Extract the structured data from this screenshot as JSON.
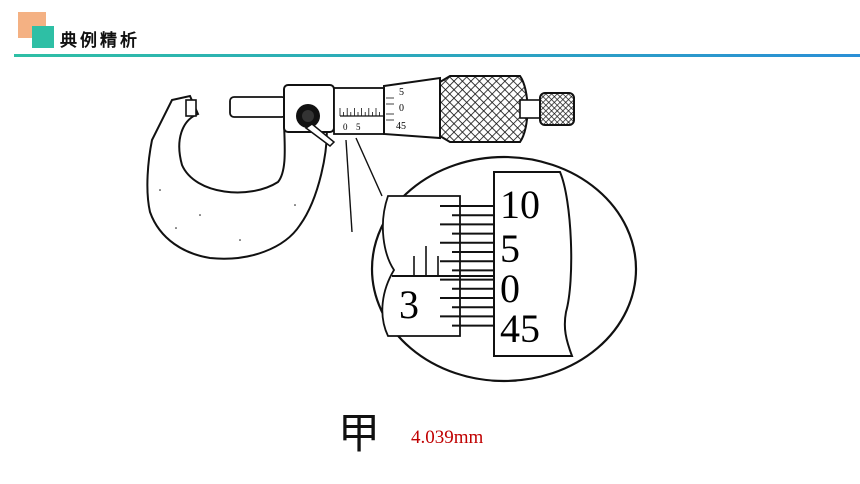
{
  "header": {
    "title": "典例精析",
    "accent_orange": "#f4b183",
    "accent_teal": "#2ebfa5"
  },
  "micrometer": {
    "sleeve_digit": "3",
    "thimble_numbers": [
      "10",
      "5",
      "0",
      "45"
    ],
    "small_sleeve_marks": [
      "0",
      "5"
    ],
    "small_thimble_numbers": [
      "5",
      "0",
      "45"
    ]
  },
  "caption": "甲",
  "answer": {
    "text": "4.039mm",
    "color": "#c00000"
  }
}
